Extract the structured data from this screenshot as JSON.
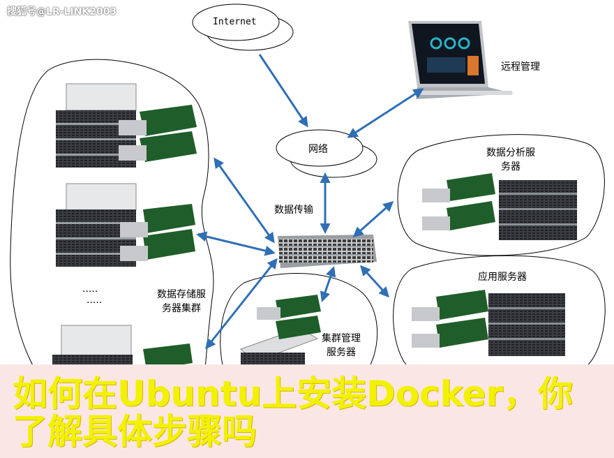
{
  "watermark": "搜狐号@LR-LINK2003",
  "labels": {
    "internet": "Internet",
    "remote_mgmt": "远程管理",
    "network": "网络",
    "data_transfer": "数据传输",
    "analysis_server_1": "数据分析服",
    "analysis_server_2": "务器",
    "app_server": "应用服务器",
    "storage_cluster_1": "数据存储服",
    "storage_cluster_2": "务器集群",
    "cluster_mgmt_1": "集群管理",
    "cluster_mgmt_2": "服务器",
    "ellipsis_1": ".....",
    "ellipsis_2": "....."
  },
  "banner": {
    "line1": "如何在Ubuntu上安装Docker，你",
    "line2": "了解具体步骤吗"
  },
  "colors": {
    "arrow": "#2e6fb5",
    "banner_bg": "#fbe6e6",
    "banner_text": "#f2f200"
  }
}
